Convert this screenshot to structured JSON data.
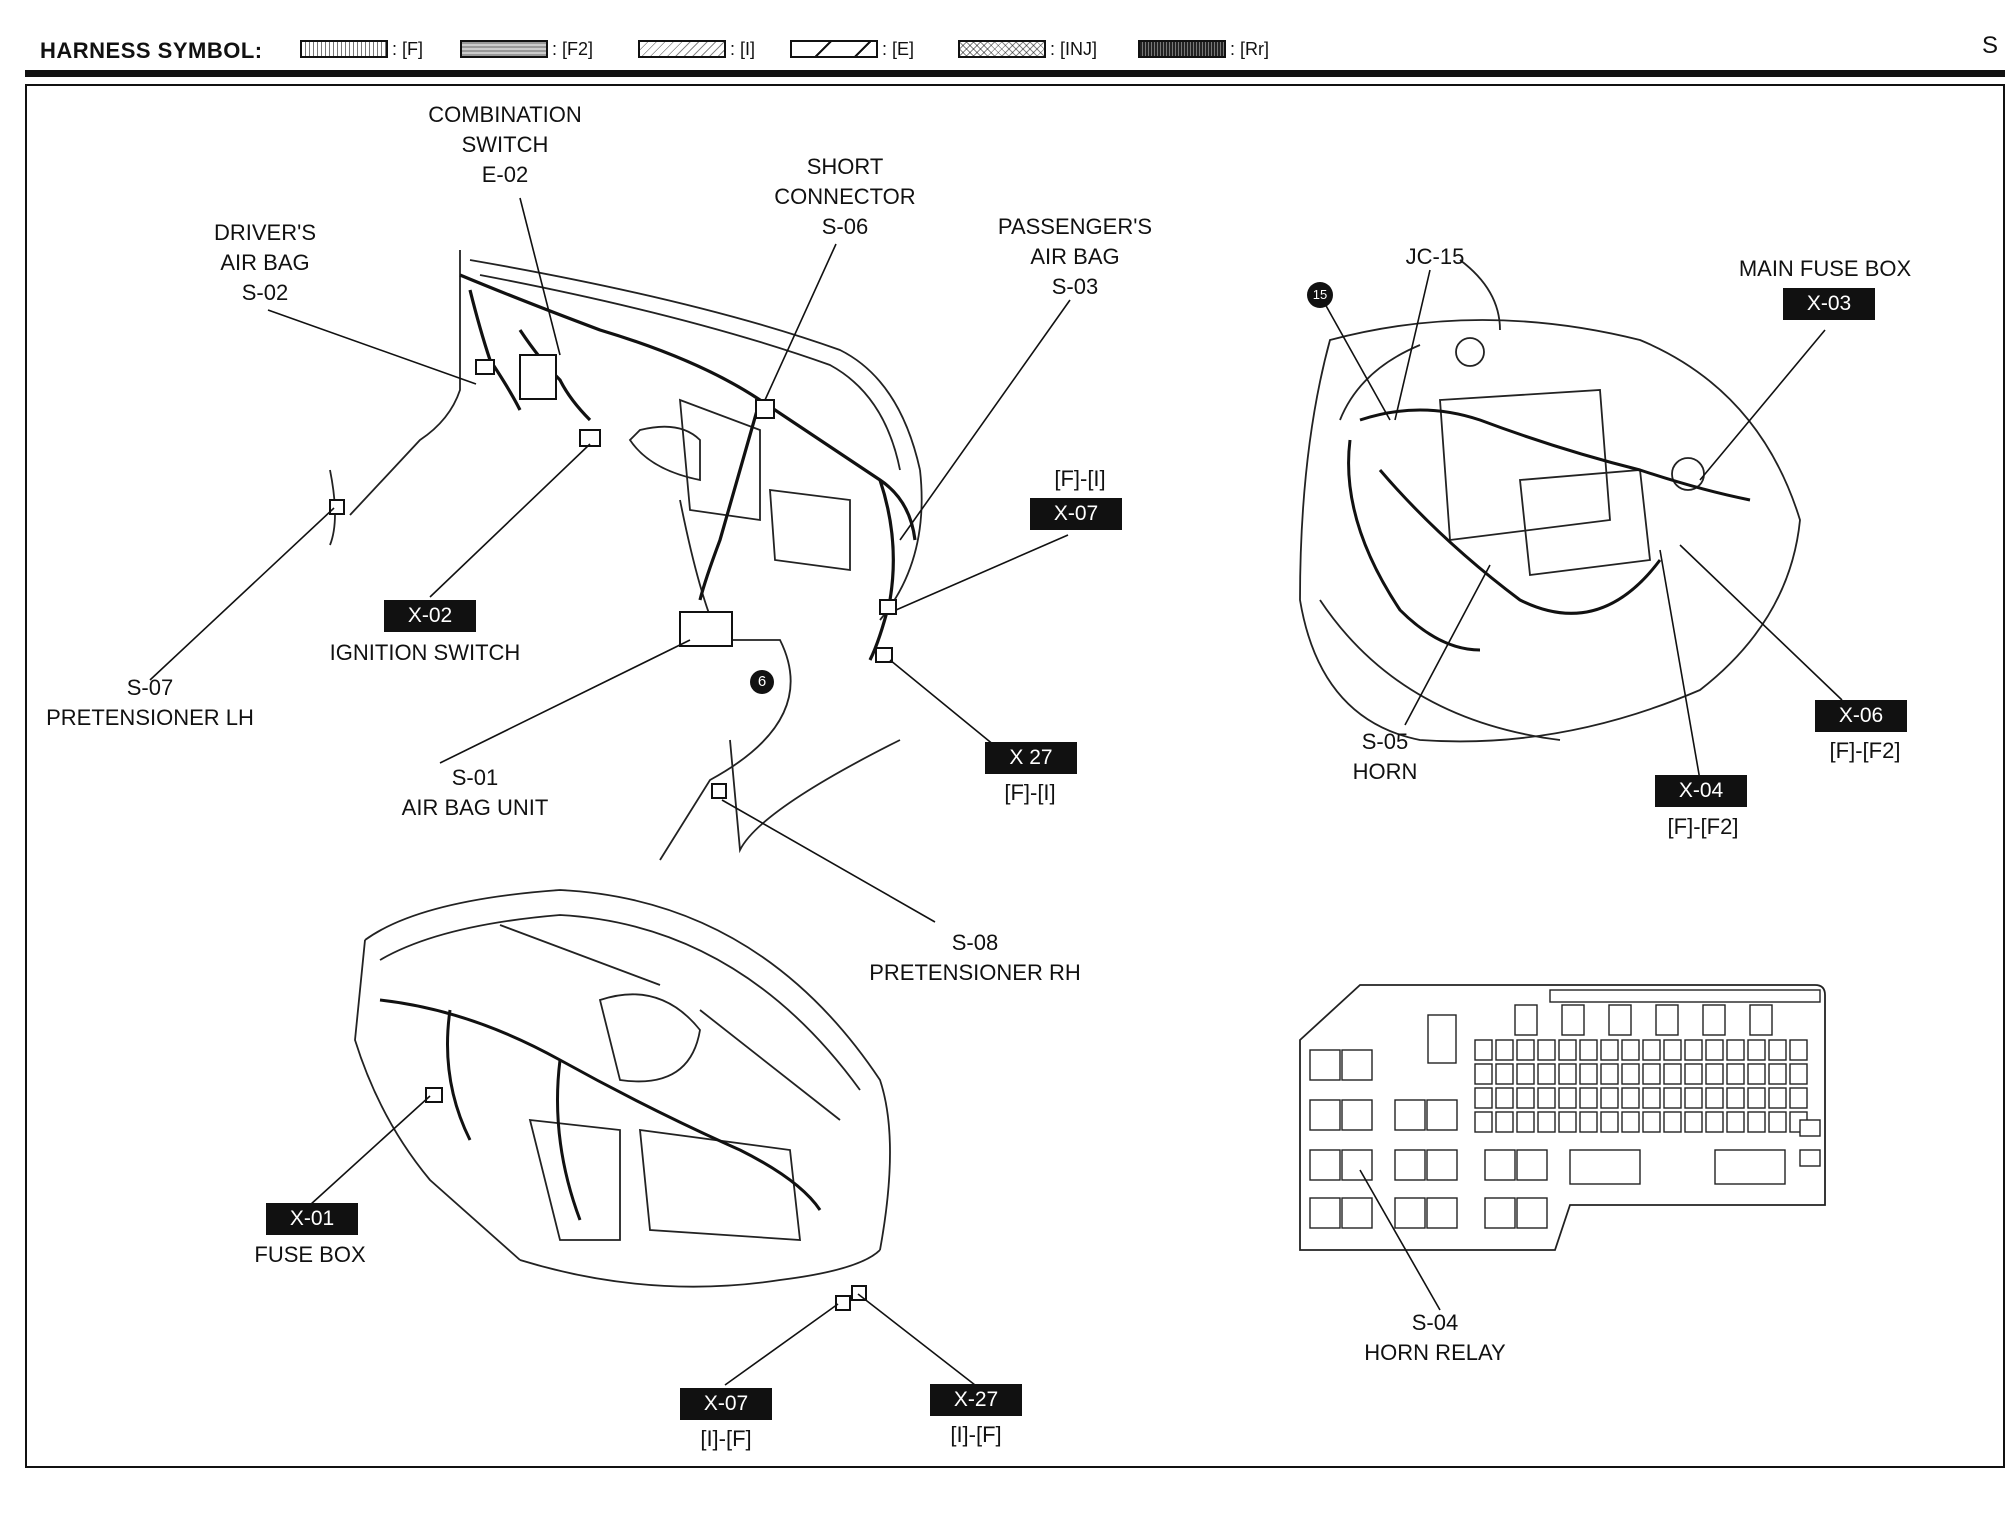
{
  "header": {
    "title": "HARNESS SYMBOL:",
    "page_letter": "S",
    "symbols": [
      {
        "code": ": [F]"
      },
      {
        "code": ": [F2]"
      },
      {
        "code": ": [I]"
      },
      {
        "code": ": [E]"
      },
      {
        "code": ": [INJ]"
      },
      {
        "code": ": [Rr]"
      }
    ]
  },
  "labels": {
    "combination_switch": {
      "line1": "COMBINATION",
      "line2": "SWITCH",
      "code": "E-02"
    },
    "drivers_air_bag": {
      "line1": "DRIVER'S",
      "line2": "AIR BAG",
      "code": "S-02"
    },
    "short_connector": {
      "line1": "SHORT",
      "line2": "CONNECTOR",
      "code": "S-06"
    },
    "passengers_air_bag": {
      "line1": "PASSENGER'S",
      "line2": "AIR BAG",
      "code": "S-03"
    },
    "x07_top": {
      "bracket": "[F]-[I]",
      "code": "X-07"
    },
    "x02": {
      "code": "X-02",
      "name": "IGNITION SWITCH"
    },
    "s07": {
      "code": "S-07",
      "name": "PRETENSIONER LH"
    },
    "s01": {
      "code": "S-01",
      "name": "AIR BAG UNIT"
    },
    "x27_top": {
      "code": "X 27",
      "bracket": "[F]-[I]"
    },
    "s08": {
      "code": "S-08",
      "name": "PRETENSIONER RH"
    },
    "callout6": "6",
    "callout15": "15",
    "jc15": "JC-15",
    "main_fuse_box": {
      "name": "MAIN FUSE BOX",
      "code": "X-03"
    },
    "x06": {
      "code": "X-06",
      "bracket": "[F]-[F2]"
    },
    "x04": {
      "code": "X-04",
      "bracket": "[F]-[F2]"
    },
    "s05": {
      "code": "S-05",
      "name": "HORN"
    },
    "x01": {
      "code": "X-01",
      "name": "FUSE BOX"
    },
    "x07_bottom": {
      "code": "X-07",
      "bracket": "[I]-[F]"
    },
    "x27_bottom": {
      "code": "X-27",
      "bracket": "[I]-[F]"
    },
    "s04": {
      "code": "S-04",
      "name": "HORN RELAY"
    }
  }
}
